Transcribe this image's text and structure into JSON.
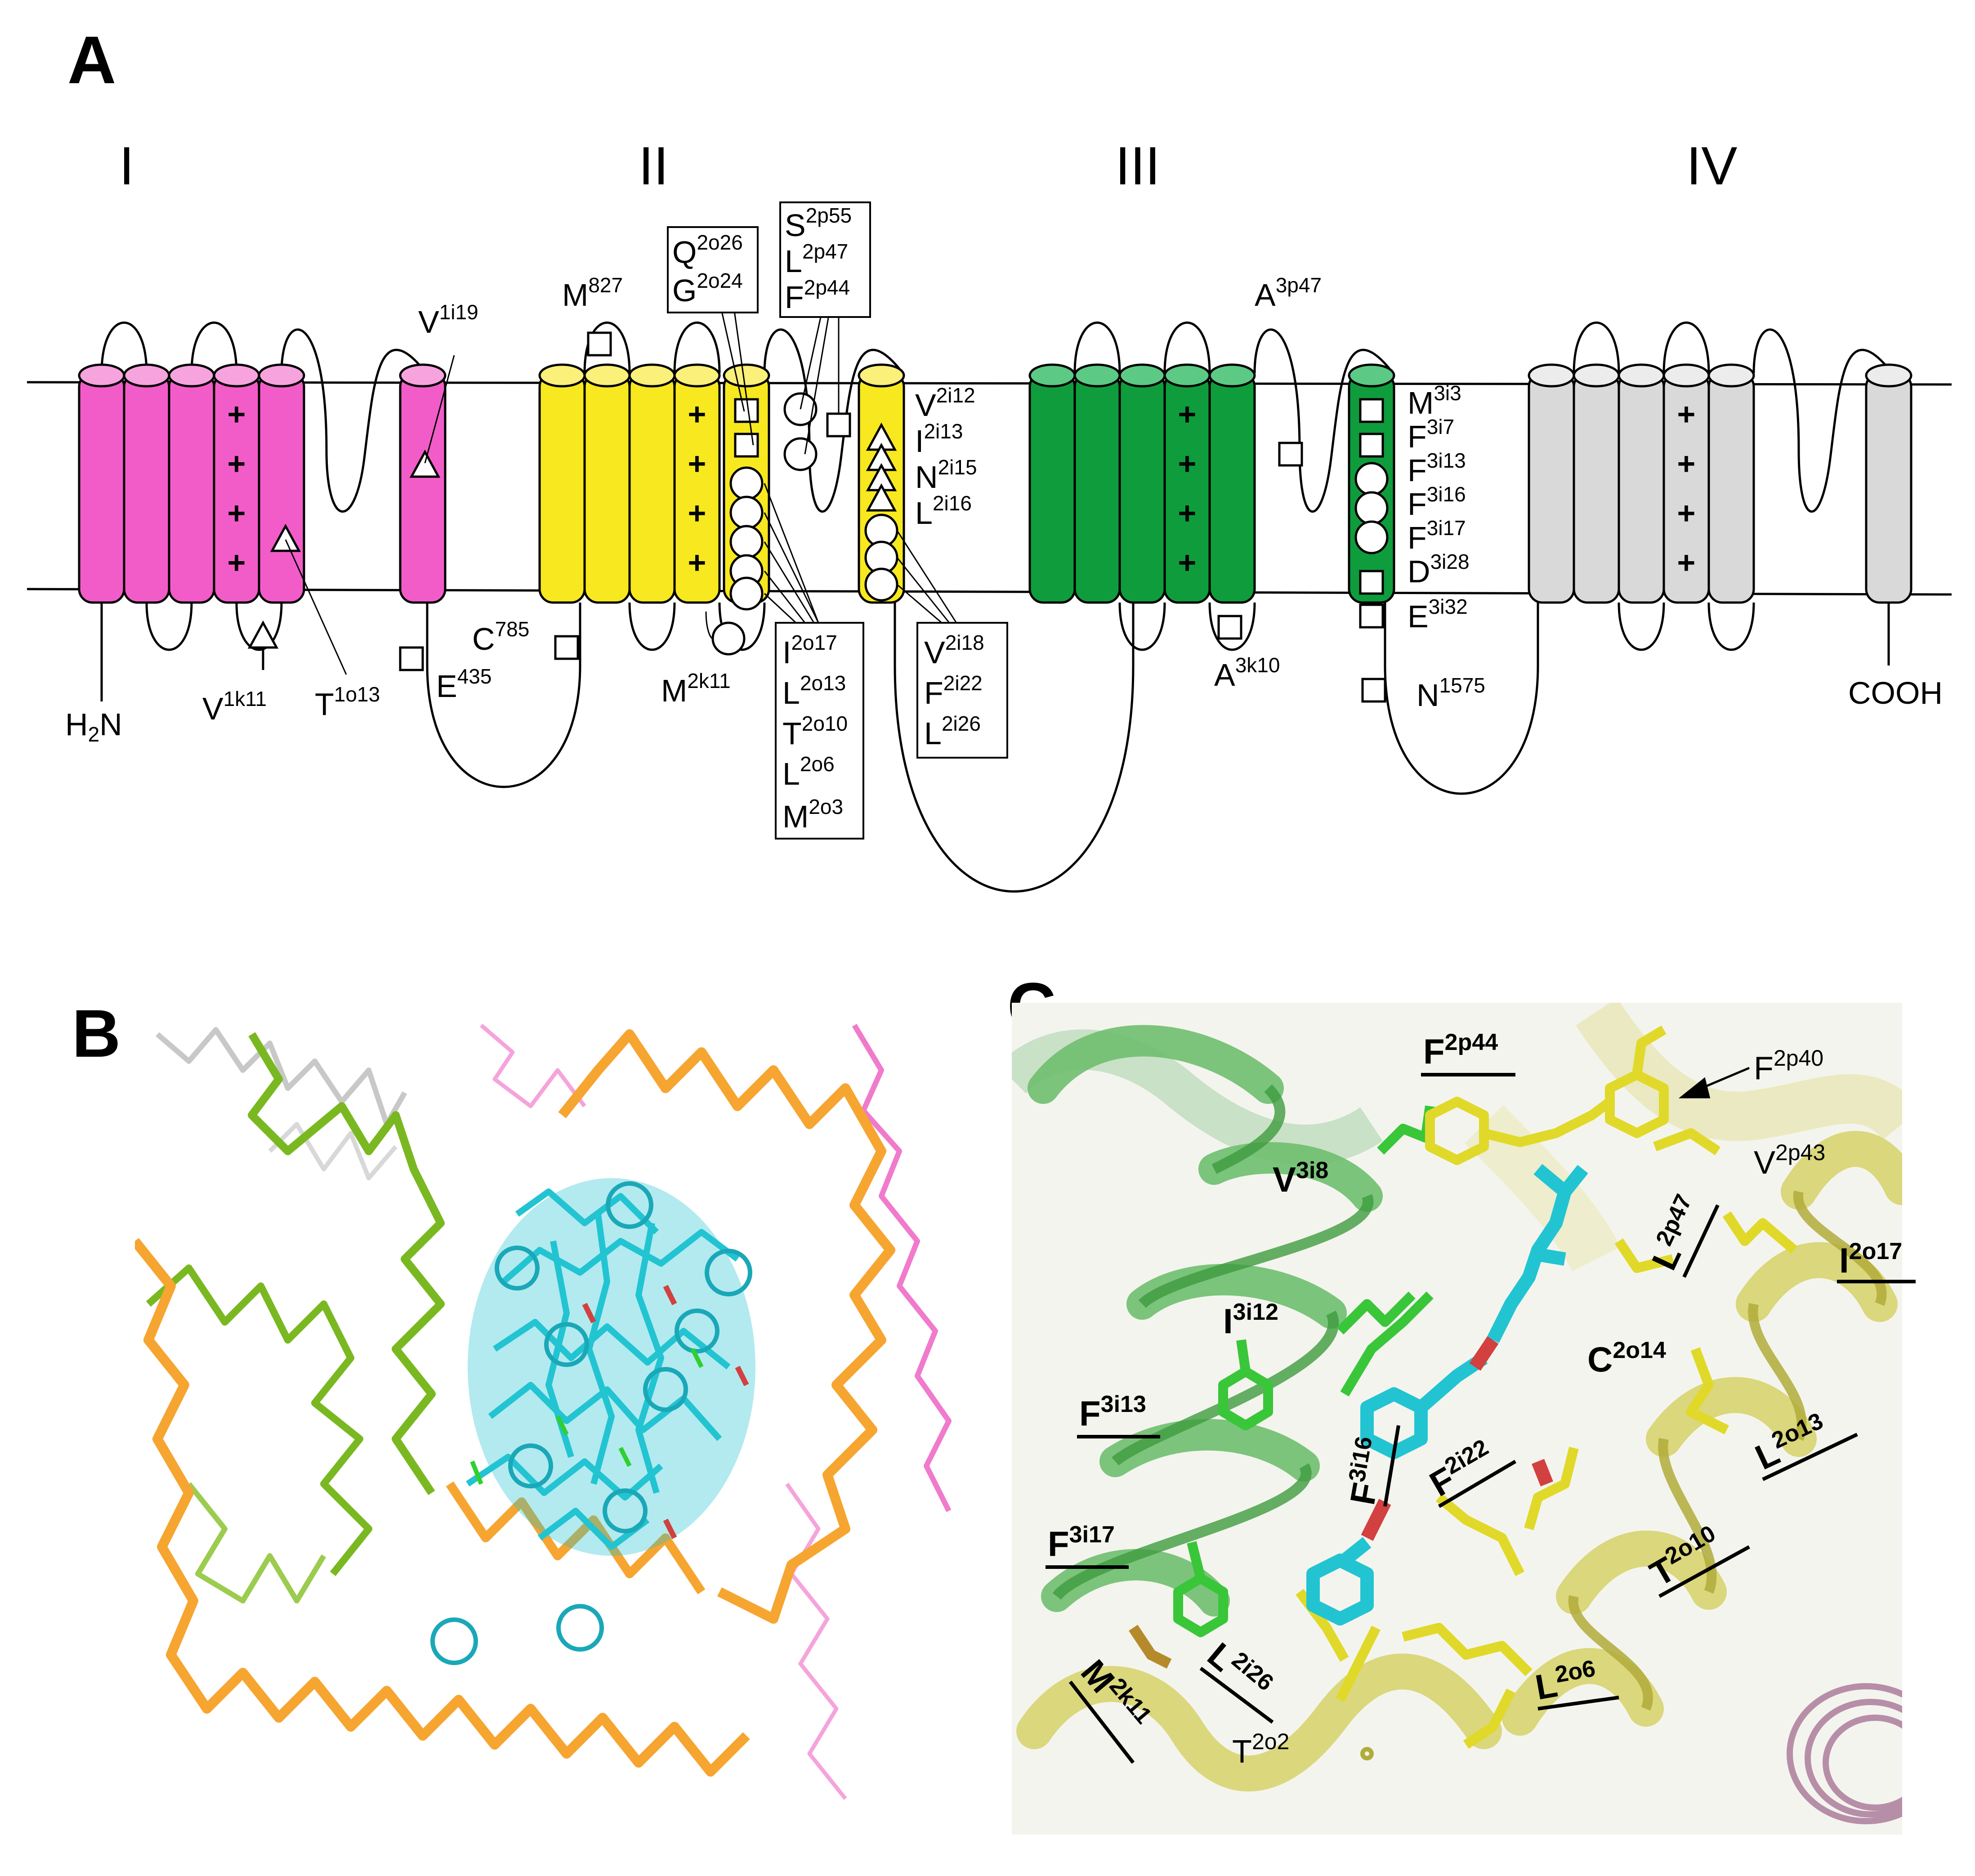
{
  "panels": {
    "a": {
      "letter": "A"
    },
    "b": {
      "letter": "B"
    },
    "c": {
      "letter": "C"
    }
  },
  "domains": [
    {
      "numeral": "I",
      "color": "#f25cc8"
    },
    {
      "numeral": "II",
      "color": "#f7e81f"
    },
    {
      "numeral": "III",
      "color": "#0f9c3c"
    },
    {
      "numeral": "IV",
      "color": "#d9d9d9"
    }
  ],
  "plus_sign": "+",
  "terminals": {
    "n_term": {
      "base": "H",
      "sub": "2",
      "rest": "N"
    },
    "c_term": "COOH"
  },
  "residue_labels_a": [
    {
      "id": "v1i19",
      "base": "V",
      "sup": "1i19"
    },
    {
      "id": "v1k11",
      "base": "V",
      "sup": "1k11"
    },
    {
      "id": "t1o13",
      "base": "T",
      "sup": "1o13"
    },
    {
      "id": "e435",
      "base": "E",
      "sup": "435"
    },
    {
      "id": "c785",
      "base": "C",
      "sup": "785"
    },
    {
      "id": "m827",
      "base": "M",
      "sup": "827"
    },
    {
      "id": "m2k11",
      "base": "M",
      "sup": "2k11"
    },
    {
      "id": "a3p47",
      "base": "A",
      "sup": "3p47"
    },
    {
      "id": "a3k10",
      "base": "A",
      "sup": "3k10"
    },
    {
      "id": "n1575",
      "base": "N",
      "sup": "1575"
    }
  ],
  "boxes_a": {
    "q_g": [
      {
        "base": "Q",
        "sup": "2o26"
      },
      {
        "base": "G",
        "sup": "2o24"
      }
    ],
    "s_l_f": [
      {
        "base": "S",
        "sup": "2p55"
      },
      {
        "base": "L",
        "sup": "2p47"
      },
      {
        "base": "F",
        "sup": "2p44"
      }
    ],
    "i_l_t_l_m": [
      {
        "base": "I",
        "sup": "2o17"
      },
      {
        "base": "L",
        "sup": "2o13"
      },
      {
        "base": "T",
        "sup": "2o10"
      },
      {
        "base": "L",
        "sup": "2o6"
      },
      {
        "base": "M",
        "sup": "2o3"
      }
    ],
    "v_f_l": [
      {
        "base": "V",
        "sup": "2i18"
      },
      {
        "base": "F",
        "sup": "2i22"
      },
      {
        "base": "L",
        "sup": "2i26"
      }
    ]
  },
  "list_s6_ii": [
    {
      "base": "V",
      "sup": "2i12"
    },
    {
      "base": "I",
      "sup": "2i13"
    },
    {
      "base": "N",
      "sup": "2i15"
    },
    {
      "base": "L",
      "sup": "2i16"
    }
  ],
  "list_s6_iii": [
    {
      "base": "M",
      "sup": "3i3"
    },
    {
      "base": "F",
      "sup": "3i7"
    },
    {
      "base": "F",
      "sup": "3i13"
    },
    {
      "base": "F",
      "sup": "3i16"
    },
    {
      "base": "F",
      "sup": "3i17"
    },
    {
      "base": "D",
      "sup": "3i28"
    },
    {
      "base": "E",
      "sup": "3i32"
    }
  ],
  "residue_labels_c": [
    {
      "id": "f2p44",
      "base": "F",
      "sup": "2p44"
    },
    {
      "id": "f2p40",
      "base": "F",
      "sup": "2p40"
    },
    {
      "id": "v3i8",
      "base": "V",
      "sup": "3i8"
    },
    {
      "id": "v2p43",
      "base": "V",
      "sup": "2p43"
    },
    {
      "id": "l2p47",
      "base": "L",
      "sup": "2p47"
    },
    {
      "id": "i2o17",
      "base": "I",
      "sup": "2o17"
    },
    {
      "id": "i3i12",
      "base": "I",
      "sup": "3i12"
    },
    {
      "id": "c2o14",
      "base": "C",
      "sup": "2o14"
    },
    {
      "id": "f3i13",
      "base": "F",
      "sup": "3i13"
    },
    {
      "id": "f3i16",
      "base": "F",
      "sup": "3i16"
    },
    {
      "id": "f2i22",
      "base": "F",
      "sup": "2i22"
    },
    {
      "id": "l2o13",
      "base": "L",
      "sup": "2o13"
    },
    {
      "id": "f3i17",
      "base": "F",
      "sup": "3i17"
    },
    {
      "id": "t2o10",
      "base": "T",
      "sup": "2o10"
    },
    {
      "id": "l2i26",
      "base": "L",
      "sup": "2i26"
    },
    {
      "id": "m2k11",
      "base": "M",
      "sup": "2k11"
    },
    {
      "id": "l2o6",
      "base": "L",
      "sup": "2o6"
    },
    {
      "id": "t2o2",
      "base": "T",
      "sup": "2o2"
    }
  ],
  "colors": {
    "domain_I": "#f25cc8",
    "domain_II": "#f7e81f",
    "domain_III": "#0f9c3c",
    "domain_III_light": "#5cc985",
    "domain_IV": "#d9d9d9",
    "ligand": "#22c4d2",
    "oxygen": "#d24040",
    "orange_backbone": "#f6a531",
    "green_backbone": "#7ab821",
    "pink_backbone": "#f07acb",
    "gray_backbone": "#c8c8c8",
    "helix_yellow": "#d8d470",
    "helix_green": "#6fbf6f",
    "sidechain_yellow": "#e0d92a",
    "sidechain_green": "#39c639",
    "mauve_helix": "#b78ea8"
  }
}
